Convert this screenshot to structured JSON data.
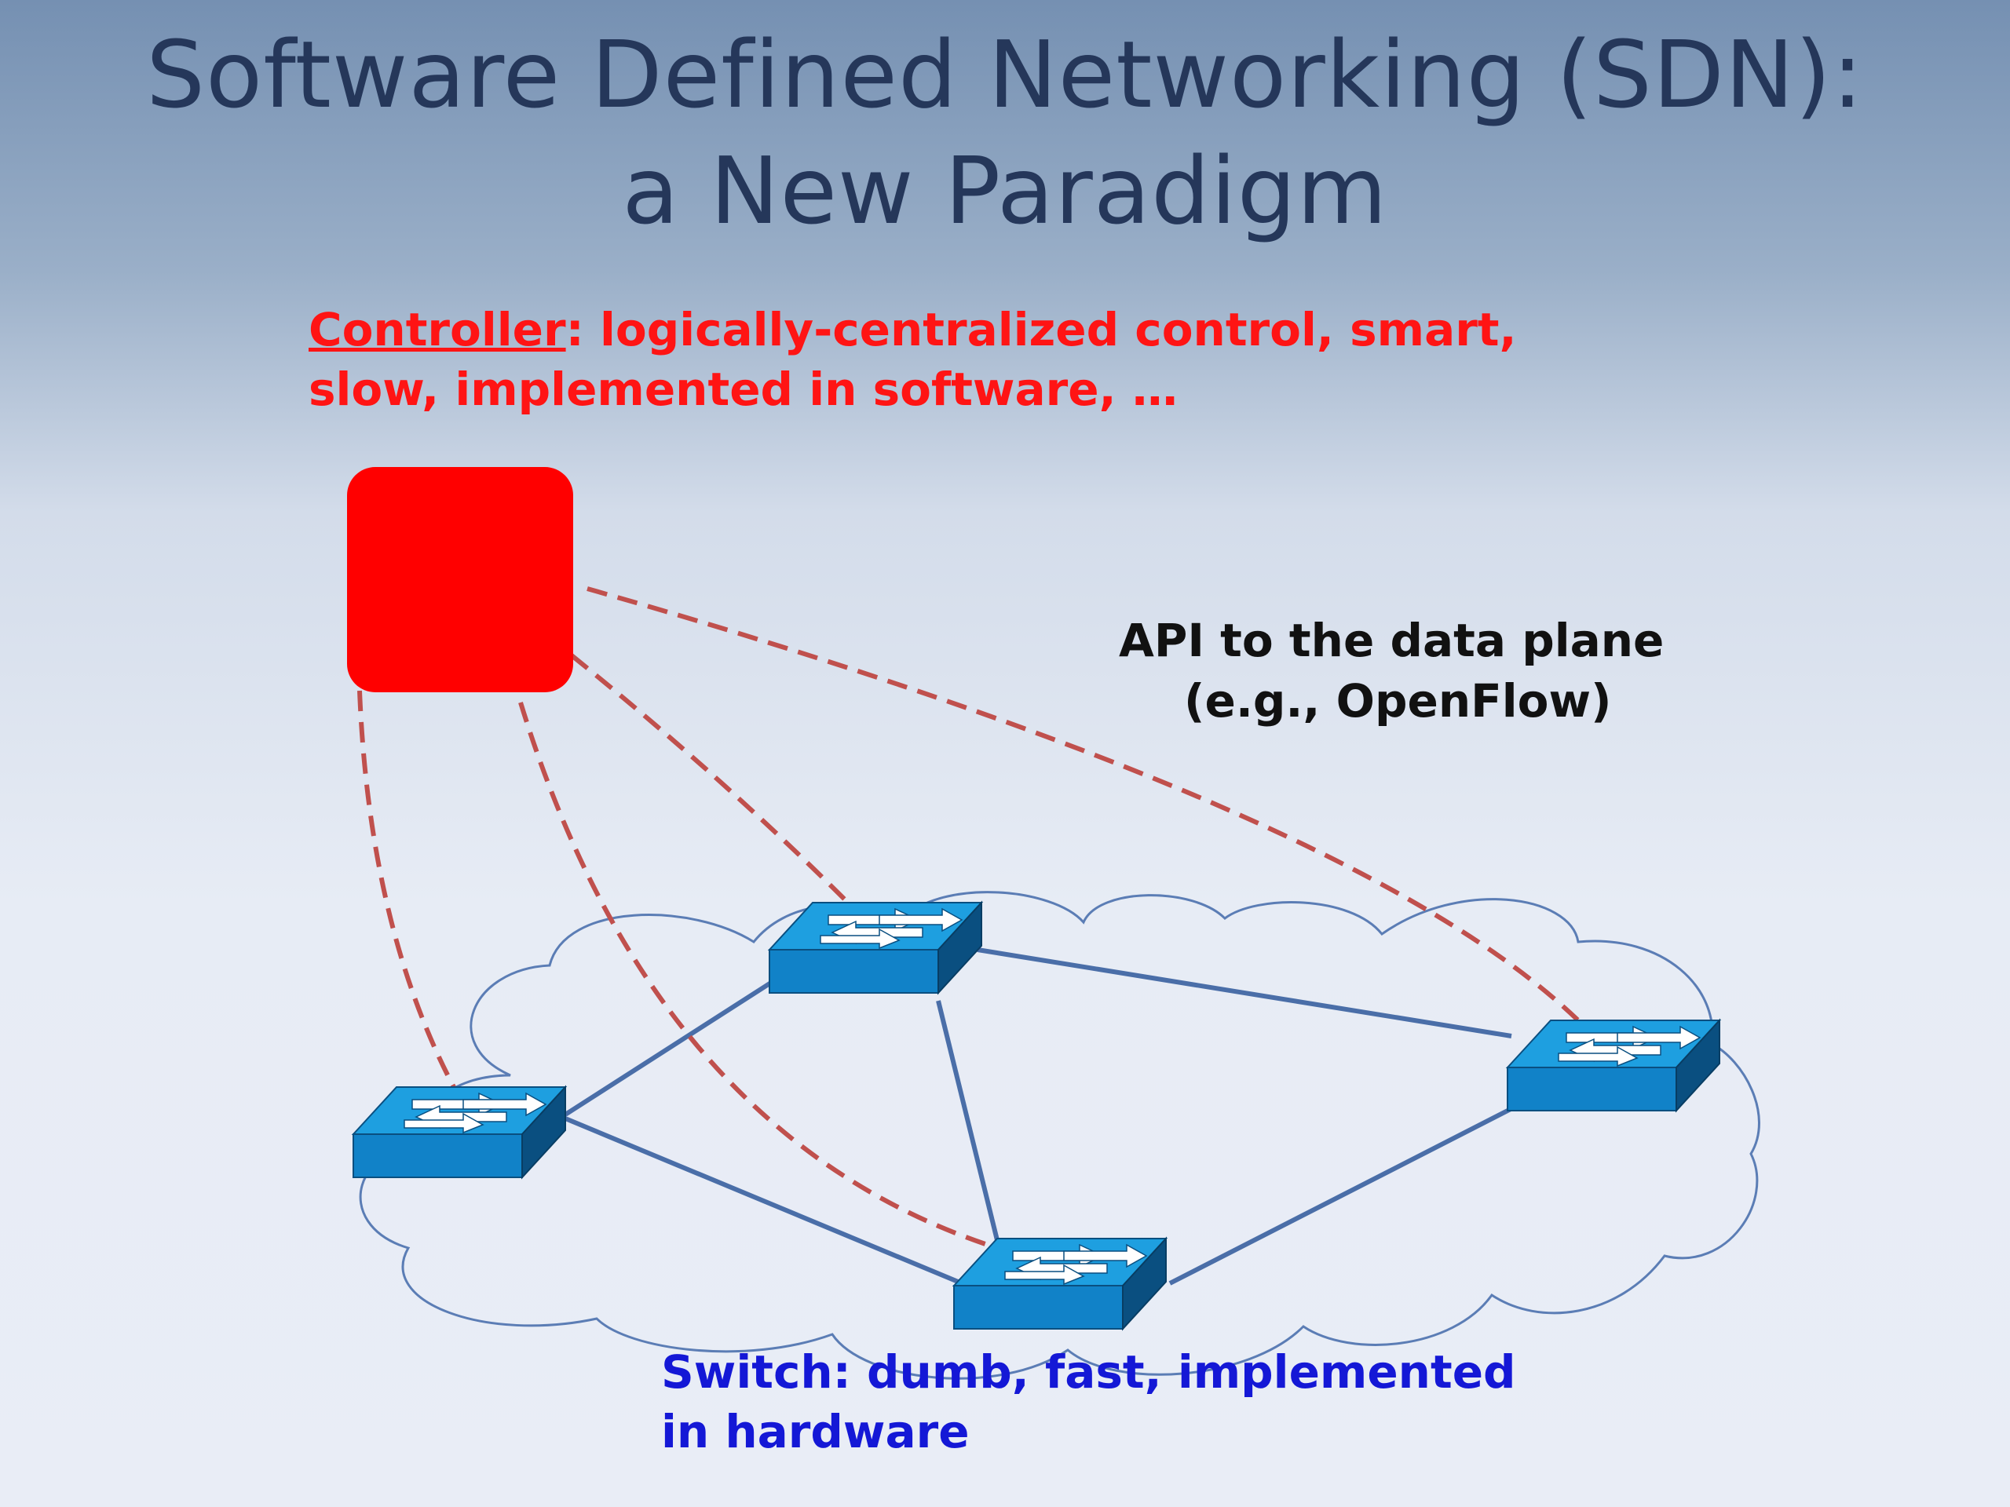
{
  "title": {
    "line1": "Software Defined Networking (SDN):",
    "line2": "a New Paradigm"
  },
  "controller_label": {
    "term": "Controller",
    "line1_rest": ": logically-centralized control, smart,",
    "line2": "slow, implemented in software, …"
  },
  "api_label": {
    "line1": "API to the data plane",
    "line2": "(e.g., OpenFlow)"
  },
  "switch_label": {
    "line1": "Switch: dumb, fast, implemented",
    "line2": "in hardware"
  },
  "colors": {
    "controller": "#ff0000",
    "control_links": "#c0504d",
    "switch_top": "#1e9fe0",
    "switch_front": "#1182c8",
    "switch_side": "#0a4f80",
    "data_links": "#4a6ea8",
    "cloud_outline": "#5b7db5"
  },
  "icons": [
    "controller-box",
    "switch-icon",
    "network-cloud"
  ]
}
